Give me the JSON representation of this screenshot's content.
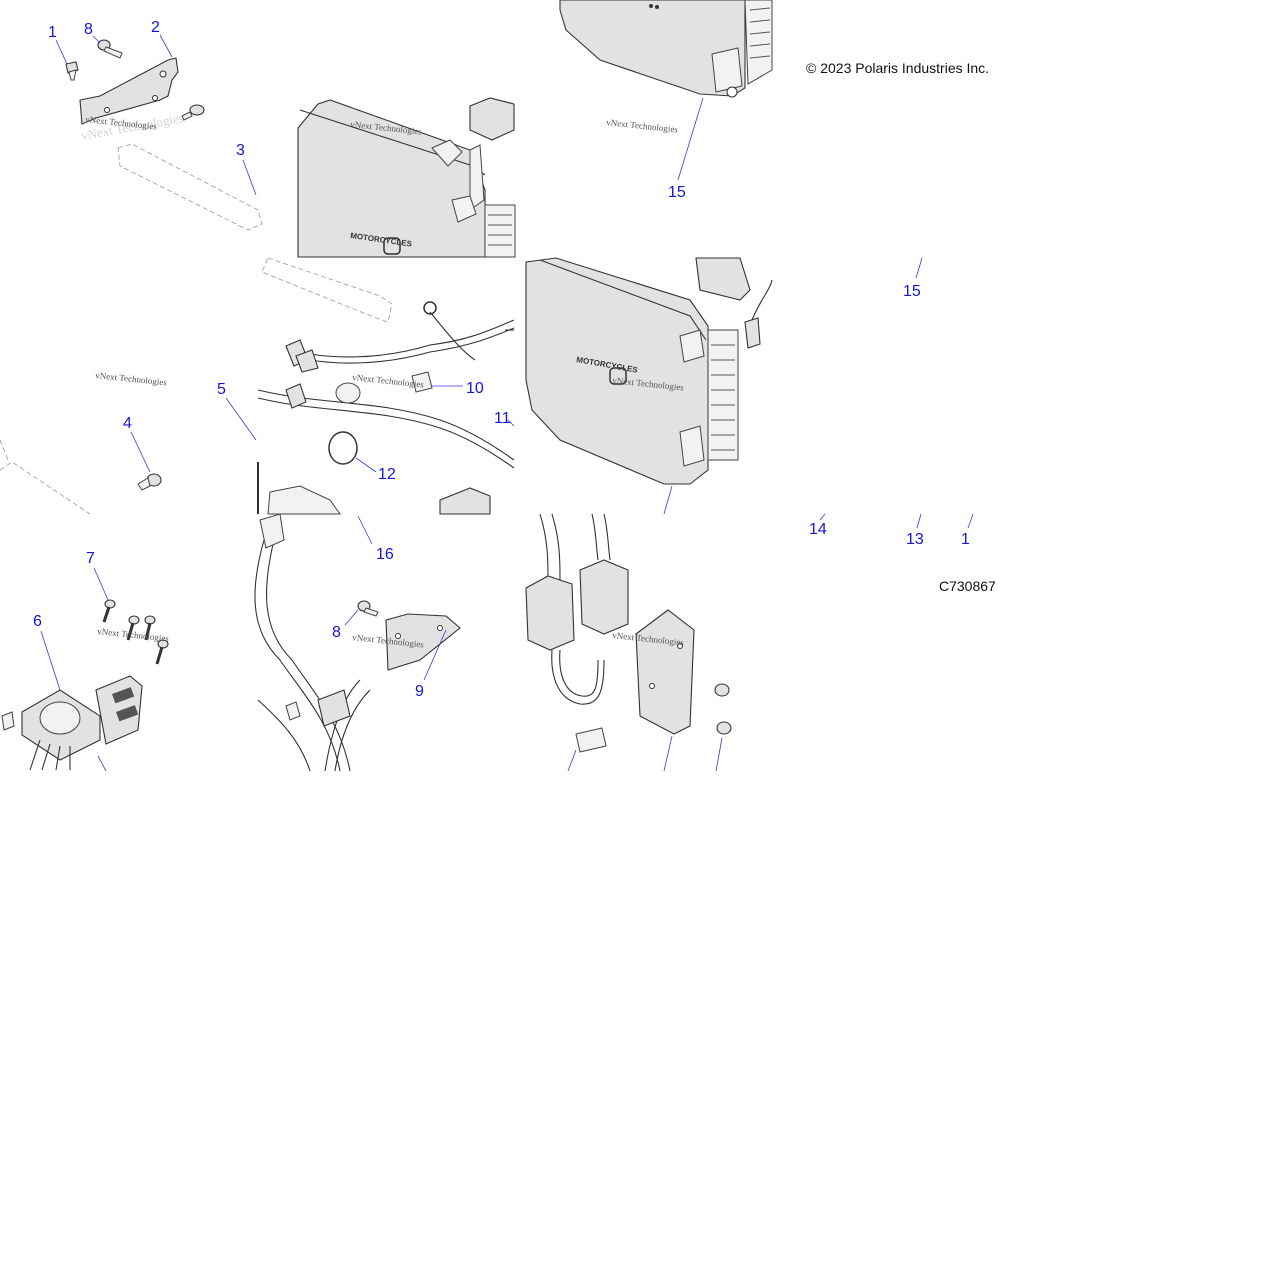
{
  "copyright": "© 2023 Polaris Industries Inc.",
  "figure_code": "C730867",
  "watermark": "vNext Technologies",
  "callouts": {
    "c1a": "1",
    "c8a": "8",
    "c2": "2",
    "c3": "3",
    "c15a": "15",
    "c15b": "15",
    "c5": "5",
    "c4": "4",
    "c10": "10",
    "c11": "11",
    "c12": "12",
    "c16": "16",
    "c14": "14",
    "c13": "13",
    "c1b": "1",
    "c7": "7",
    "c6": "6",
    "c8b": "8",
    "c9": "9"
  },
  "colors": {
    "callout": "#1515d6",
    "leader": "#3a3ad8",
    "part_fill": "#e2e2e2",
    "outline": "#333333"
  }
}
